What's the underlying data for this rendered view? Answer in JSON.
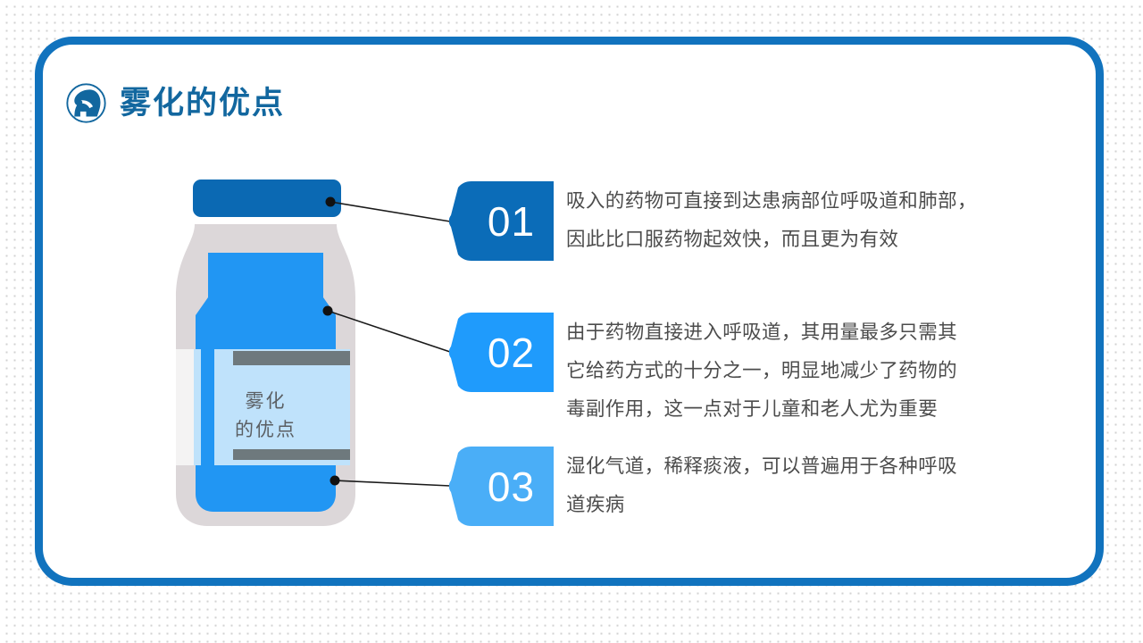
{
  "header": {
    "icon": "nebulizer-head-icon",
    "title": "雾化的优点",
    "title_color": "#12679f"
  },
  "frame": {
    "border_color": "#1173be",
    "background_color": "#ffffff"
  },
  "background": {
    "color": "#ffffff",
    "dot_color": "#d2d2d2"
  },
  "illustration": {
    "name": "medicine-bottle",
    "cap_color": "#0b69b3",
    "body_outline_color": "#dcd7d9",
    "liquid_color": "#2196f3",
    "label_color": "#bfe2fb",
    "label_bar_color": "#6e797d",
    "label_line_1": "雾化",
    "label_line_2": "的优点"
  },
  "bullets": [
    {
      "number": "01",
      "badge_color": "#0b6cb8",
      "text": "吸入的药物可直接到达患病部位呼吸道和肺部，\n因此比口服药物起效快，而且更为有效"
    },
    {
      "number": "02",
      "badge_color": "#1f9bfc",
      "text": "由于药物直接进入呼吸道，其用量最多只需其\n它给药方式的十分之一，明显地减少了药物的\n毒副作用，这一点对于儿童和老人尤为重要"
    },
    {
      "number": "03",
      "badge_color": "#4aaef7",
      "text": "湿化气道，稀释痰液，可以普遍用于各种呼吸\n道疾病"
    }
  ]
}
